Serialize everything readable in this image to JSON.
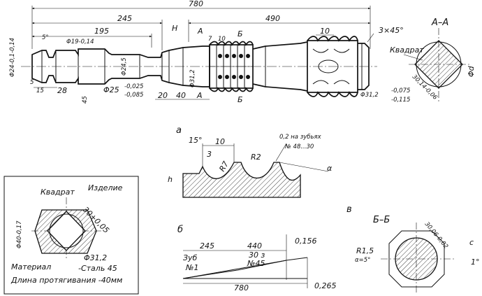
{
  "main_view": {
    "dim_total": "780",
    "dim_245": "245",
    "dim_490": "490",
    "dim_195": "195",
    "chamfer": "3×45°",
    "angle_5": "5°",
    "dia_19": "Φ19-0,14",
    "dia_left_tail": "Φ24-0,1-0,14",
    "dia_24_5": "Φ24,5",
    "dia_25": "Φ25",
    "tol_25_top": "-0,025",
    "tol_25_bot": "-0,085",
    "dia_guide": "Φ31,2",
    "tol_guide_top": "-0,075",
    "tol_guide_bot": "-0,115",
    "dim_28": "28",
    "dim_15": "15",
    "dim_45": "45",
    "dim_20": "20",
    "dim_40": "40",
    "dim_10": "10",
    "dim_10b": "10",
    "dim_7": "7",
    "dim_5": "5",
    "mark_H": "H",
    "section_A": "A",
    "section_B": "Б"
  },
  "section_aa": {
    "title": "A–A",
    "label": "Квадрат",
    "dia": "Φd",
    "dim": "30,14-0,06"
  },
  "tooth_detail": {
    "tag": "а",
    "angle": "15°",
    "dim_10": "10",
    "dim_3": "3",
    "r2": "R2",
    "r7": "R7",
    "land": "0,2 на зубьях",
    "teeth": "№ 48...30",
    "alpha": "α",
    "h": "h"
  },
  "part_box": {
    "label_square": "Квадрат",
    "label_part": "Изделие",
    "dim_30": "30+0,05",
    "dia_40": "Φ40-0,17",
    "dia_31": "Φ31,2",
    "material_line1": "Материал",
    "material_line2": "-Сталь 45",
    "length_line": "Длина протягивания -40мм"
  },
  "profile": {
    "tag": "б",
    "dim_245": "245",
    "dim_440": "440",
    "tooth_1_a": "Зуб",
    "tooth_1_b": "№1",
    "tooth_30_a": "30 з",
    "tooth_30_b": "№45",
    "dim_0156": "0,156",
    "dim_780": "780",
    "dim_0265": "0,265"
  },
  "section_bb": {
    "tag": "в",
    "title": "Б–Б",
    "r15": "R1,5",
    "angle": "α=5°",
    "dim": "30,06-0,02",
    "angle_1": "1°",
    "mark_c": "c"
  }
}
